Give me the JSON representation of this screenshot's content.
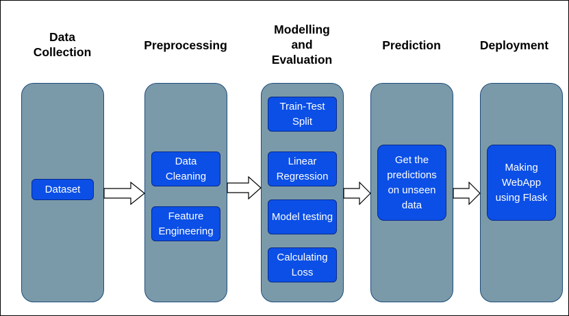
{
  "stages": [
    {
      "title": "Data\nCollection"
    },
    {
      "title": "Preprocessing"
    },
    {
      "title": "Modelling\nand\nEvaluation"
    },
    {
      "title": "Prediction"
    },
    {
      "title": "Deployment"
    }
  ],
  "steps": {
    "dataset": "Dataset",
    "data_cleaning": "Data\nCleaning",
    "feature_engineering": "Feature\nEngineering",
    "train_test_split": "Train-Test\nSplit",
    "linear_regression": "Linear\nRegression",
    "model_testing": "Model testing",
    "calculating_loss": "Calculating\nLoss",
    "get_predictions": "Get the\npredictions\non unseen\ndata",
    "making_webapp": "Making\nWebApp\nusing Flask"
  },
  "colors": {
    "column_fill": "#7a9aaa",
    "column_border": "#1d4a78",
    "step_fill": "#0b4fe6",
    "step_text": "#ffffff"
  },
  "arrow_icon": "block-right-arrow-icon"
}
